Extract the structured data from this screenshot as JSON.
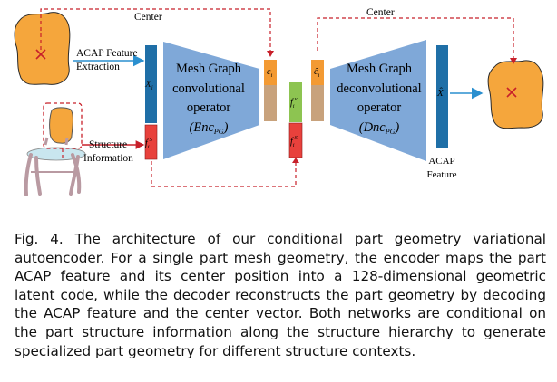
{
  "diagram": {
    "center_label_left": "Center",
    "center_label_right": "Center",
    "acap_extract_line1": "ACAP Feature",
    "acap_extract_line2": "Extraction",
    "structure_line1": "Structure",
    "structure_line2": "Information",
    "encoder_line1": "Mesh Graph",
    "encoder_line2": "convolutional",
    "encoder_line3": "operator",
    "encoder_line4": "(Enc",
    "encoder_sub": "PG",
    "decoder_line1": "Mesh Graph",
    "decoder_line2": "deconvolutional",
    "decoder_line3": "operator",
    "decoder_line4": "(Dnc",
    "decoder_sub": "PG",
    "xi": "X",
    "xi_sub": "i",
    "xhat": "X̂",
    "fis": "f",
    "fis_sub": "i",
    "fis_sup": "S",
    "ci": "c",
    "ci_sub": "i",
    "cihat": "ĉ",
    "cihat_sub": "i",
    "fiv": "f",
    "fiv_sub": "i",
    "fiv_sup": "v",
    "acap_out_line1": "ACAP",
    "acap_out_line2": "Feature"
  },
  "caption": {
    "lines": [
      "Fig. 4. The architecture of our conditional part geometry variational",
      "autoencoder. For a single part mesh geometry, the encoder maps the part",
      "ACAP feature and its center position into a 128-dimensional geometric",
      "latent code, while the decoder reconstructs the part geometry by decoding",
      "the ACAP feature and the center vector. Both networks are conditional on",
      "the part structure information along the structure hierarchy to generate",
      "specialized part geometry for different structure contexts."
    ]
  },
  "colors": {
    "shape_fill": "#f5a63c",
    "encoder_trap": "#7fa8d8",
    "feature_bar": "#1f6fa7",
    "structure_bar": "#e8413c",
    "center_orange": "#f39a33",
    "latent_tan": "#c8a27c",
    "latent_green": "#8dc451",
    "dashed_red": "#c8202a",
    "arrow_blue": "#2a8fcf"
  }
}
